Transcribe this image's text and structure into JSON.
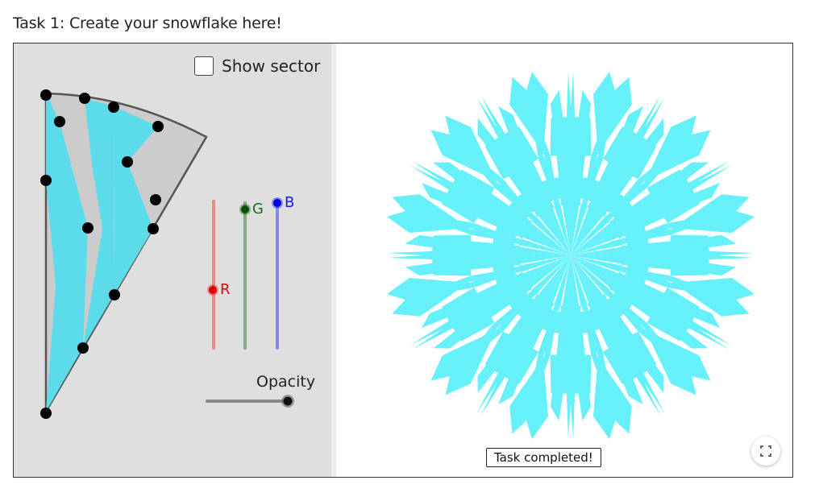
{
  "page": {
    "title": "Task 1: Create your snowflake here!"
  },
  "controls": {
    "show_sector": {
      "label": "Show sector",
      "checked": false
    },
    "sliders": [
      {
        "label": "R",
        "color": "#e06666",
        "value": 0.4
      },
      {
        "label": "G",
        "color": "#1a6b1a",
        "value": 0.96
      },
      {
        "label": "B",
        "color": "#1a1ae6",
        "value": 1.0
      }
    ],
    "opacity": {
      "label": "Opacity",
      "value": 1.0
    }
  },
  "snowflake": {
    "fill_color": "#66f0fa",
    "arms": 12
  },
  "buttons": {
    "task_completed": "Task completed!"
  },
  "icons": {
    "fullscreen": "fullscreen-icon"
  }
}
